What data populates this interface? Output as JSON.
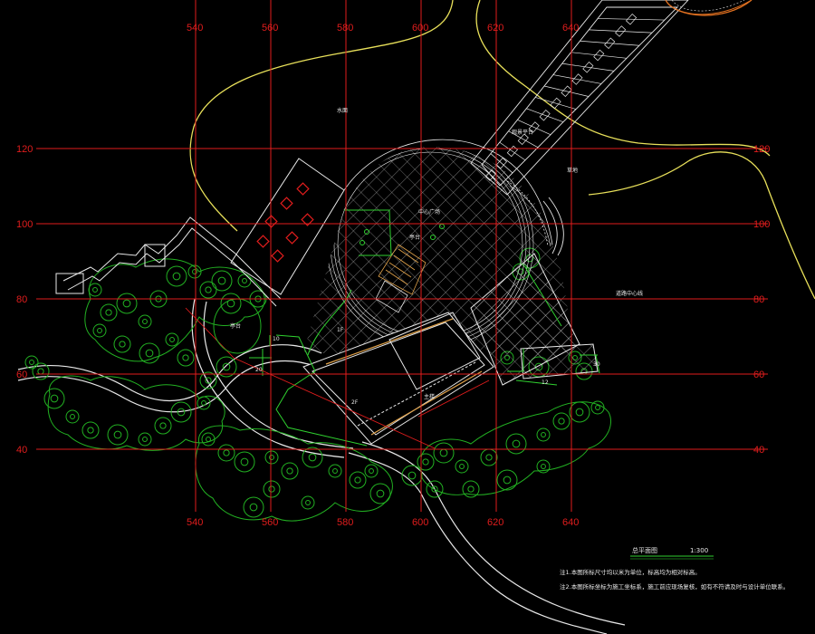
{
  "grid": {
    "x_labels": [
      "540",
      "560",
      "580",
      "600",
      "620",
      "640"
    ],
    "y_labels": [
      "120",
      "100",
      "80",
      "60",
      "40"
    ],
    "color": "#e11d1d"
  },
  "labels": {
    "north_area": "水面",
    "plaza": "中心广场",
    "pavilion": "亭台",
    "deck": "观景平台",
    "main_building": "主楼",
    "floor_1": "1F",
    "floor_2": "2F",
    "east_area": "草地",
    "road_note": "道路中心线",
    "dim_a": "20",
    "dim_b": "10",
    "dim_c": "12",
    "dim_d": "30"
  },
  "title_block": {
    "title": "总平面图",
    "scale": "1:300",
    "note_1": "注1.本图所标尺寸均以米为单位，标高均为相对标高。",
    "note_2": "注2.本图所标坐标为施工坐标系，施工前应现场复核，如有不符请及时与设计单位联系。"
  },
  "colors": {
    "background": "#000000",
    "grid": "#e11d1d",
    "paving": "#e8e8e8",
    "trees": "#22b022",
    "boundary": "#e8e05a",
    "accent_green": "#2fd02f",
    "building_line": "#e0a24a"
  }
}
